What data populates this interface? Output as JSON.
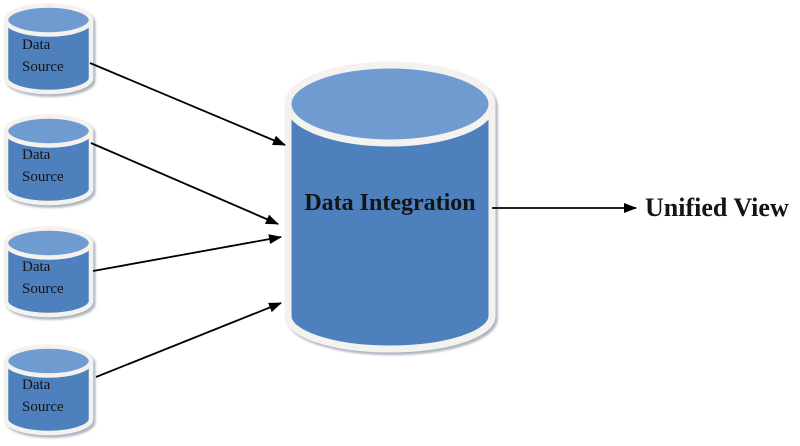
{
  "sources": [
    {
      "line1": "Data",
      "line2": "Source"
    },
    {
      "line1": "Data",
      "line2": "Source"
    },
    {
      "line1": "Data",
      "line2": "Source"
    },
    {
      "line1": "Data",
      "line2": "Source"
    }
  ],
  "integration": {
    "label": "Data Integration"
  },
  "output": {
    "label": "Unified View"
  },
  "colors": {
    "cylinder_body": "#4e80bc",
    "cylinder_top": "#6f9bd1",
    "cylinder_border": "#f4f2ef",
    "drop_shadow": "#8e9bab",
    "arrow": "#000000",
    "text": "#141414",
    "background": "#ffffff"
  }
}
